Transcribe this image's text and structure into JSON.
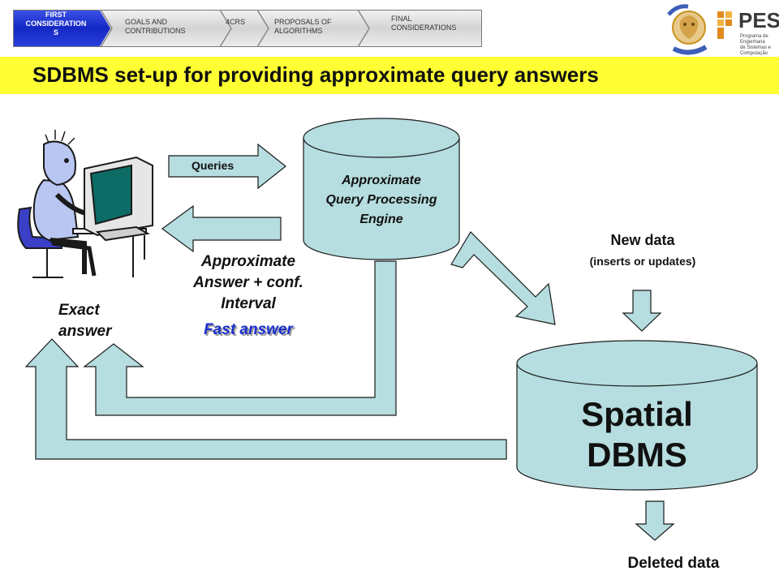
{
  "nav": {
    "items": [
      {
        "label": "FIRST\nCONSIDERATION\nS",
        "active": true
      },
      {
        "label": "GOALS AND\nCONTRIBUTIONS",
        "active": false
      },
      {
        "label": "4CRS",
        "active": false
      },
      {
        "label": "PROPOSALS OF\nALGORITHMS",
        "active": false
      },
      {
        "label": "FINAL\nCONSIDERATIONS",
        "active": false
      }
    ]
  },
  "logos": {
    "ufrj_alt": "UFRJ COPPE",
    "pesc_title": "PESC",
    "pesc_subtitle": "Programa de Engenharia\nde Sistemas e Computação"
  },
  "title": "SDBMS set-up for providing approximate query answers",
  "diagram": {
    "queries": "Queries",
    "engine": [
      "Approximate",
      "Query Processing",
      "Engine"
    ],
    "approx_answer": [
      "Approximate",
      "Answer + conf.",
      "Interval"
    ],
    "fast_answer": "Fast answer",
    "exact_answer": [
      "Exact",
      "answer"
    ],
    "new_data": "New data",
    "new_data_sub": "(inserts or updates)",
    "dbms": [
      "Spatial",
      "DBMS"
    ],
    "deleted_data": "Deleted data"
  },
  "colors": {
    "shape_fill": "#b6dde0",
    "banner": "#ffff33",
    "nav_active": "#1a2fd0",
    "fast_answer": "#1a2fd0"
  }
}
